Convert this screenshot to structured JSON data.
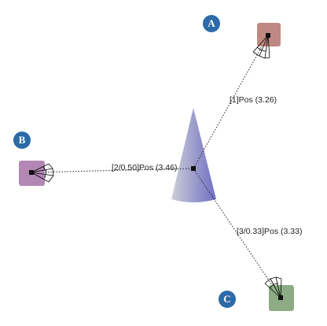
{
  "scene": {
    "target": {
      "name": "cone"
    },
    "lights": [
      {
        "id": "A",
        "label": "[1]Pos  (3.26)",
        "color": "#c08882"
      },
      {
        "id": "B",
        "label": "[2/0.50]Pos  (3.46)",
        "color": "#b287b4"
      },
      {
        "id": "C",
        "label": "[3/0.33]Pos  (3.33)",
        "color": "#8dac84"
      }
    ],
    "colors": {
      "marker": "#2c6aa8",
      "cone_light": "#cfcfd8",
      "cone_dark": "#7070c4",
      "ray": "#222222"
    },
    "icons": {
      "light": "spotlight-icon",
      "target": "target-node-icon"
    }
  }
}
